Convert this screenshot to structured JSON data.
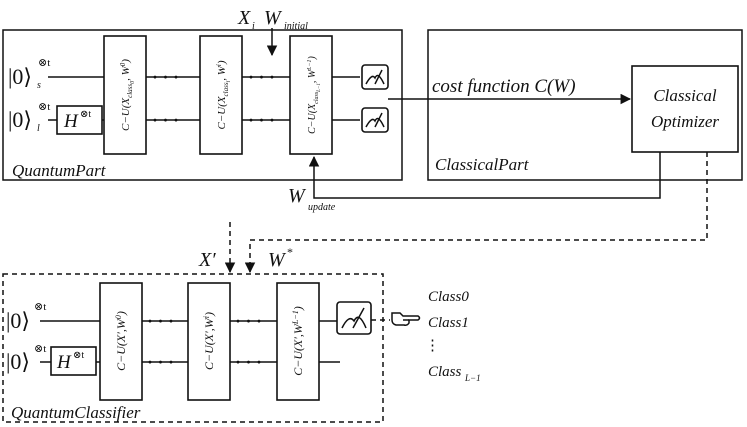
{
  "quantum_part": {
    "label": "QuantumPart",
    "input_xi": "X",
    "input_xi_sub": "i",
    "input_w": "W",
    "input_w_sub": "initial",
    "ket_s": "|0⟩",
    "ket_s_sup": "⊗t",
    "ket_s_sub": "s",
    "ket_l": "|0⟩",
    "ket_l_sup": "⊗t",
    "ket_l_sub": "l",
    "hadamard": "H",
    "hadamard_sup": "⊗t",
    "gates": [
      {
        "pre": "C−U(X",
        "sub": "class",
        "subsub": "0",
        "post": ", W",
        "sup": "0",
        "end": ")"
      },
      {
        "pre": "C−U(X",
        "sub": "class",
        "subsub": "i",
        "post": ", W",
        "sup": "i",
        "end": ")"
      },
      {
        "pre": "C−U(X",
        "sub": "class",
        "subsub": "L−1",
        "post": ", W",
        "sup": "L−1",
        "end": ")"
      }
    ],
    "dots": "· · ·",
    "measure_icon": "meter-icon"
  },
  "cost_function": {
    "label": "cost function C(W)"
  },
  "classical_part": {
    "label": "ClassicalPart",
    "optimizer_line1": "Classical",
    "optimizer_line2": "Optimizer"
  },
  "update": {
    "w": "W",
    "w_sub": "update"
  },
  "classifier_inputs": {
    "x_prime": "X′",
    "w_star": "W",
    "w_star_sup": "*"
  },
  "quantum_classifier": {
    "label": "QuantumClassifier",
    "ket_top": "|0⟩",
    "ket_top_sup": "⊗t",
    "ket_bottom": "|0⟩",
    "ket_bottom_sup": "⊗t",
    "hadamard": "H",
    "hadamard_sup": "⊗t",
    "gates": [
      {
        "pre": "C−U(X′,W",
        "sup": "0",
        "end": ")"
      },
      {
        "pre": "C−U(X′,W",
        "sup": "i",
        "end": ")"
      },
      {
        "pre": "C−U(X′,W",
        "sup": "L−1",
        "end": ")"
      }
    ],
    "dots": "· · ·",
    "pointer_icon": "pointing-hand-icon"
  },
  "classes": {
    "class0": "Class0",
    "class1": "Class1",
    "vdots": "⋮",
    "classL": "Class",
    "classL_sub": "L−1"
  }
}
